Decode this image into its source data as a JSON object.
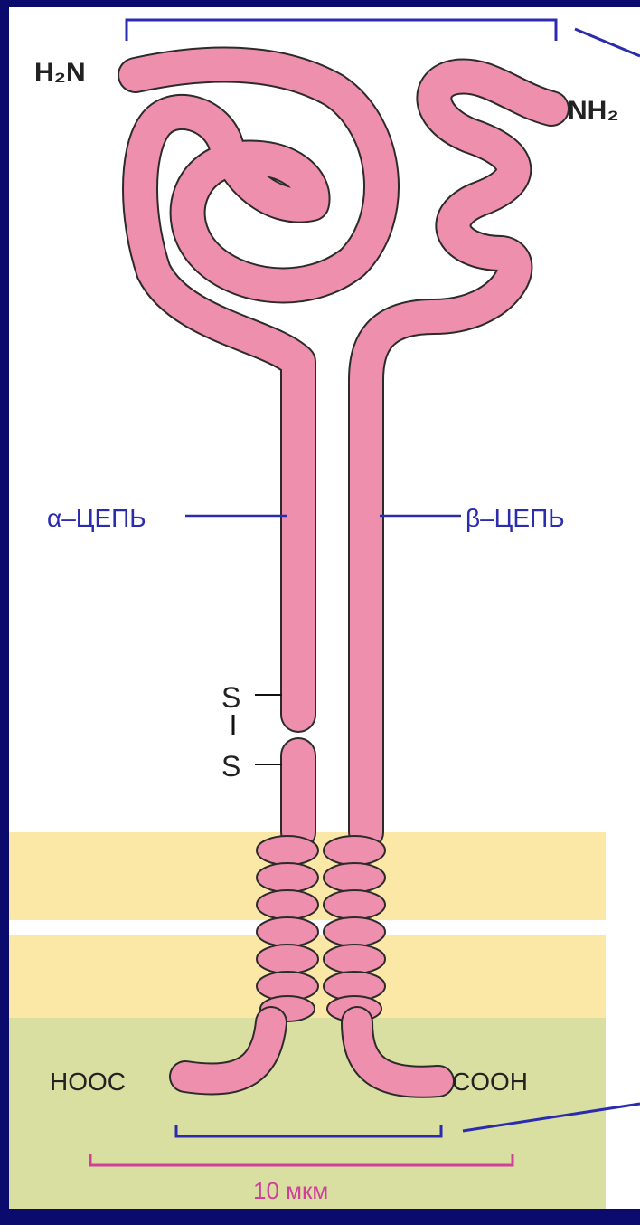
{
  "labels": {
    "n_term_alpha": "H₂N",
    "n_term_beta": "NH₂",
    "alpha_chain": "α–ЦЕПЬ",
    "beta_chain": "β–ЦЕПЬ",
    "disulfide_top": "S",
    "disulfide_bottom": "S",
    "c_term_alpha": "HOOC",
    "c_term_beta": "COOH",
    "scale": "10 мкм"
  },
  "colors": {
    "background": "#0b0b6e",
    "panel": "#ffffff",
    "chain": "#ef8fae",
    "outline": "#2b2b2b",
    "membrane": "#fbe7a6",
    "cytoplasm": "#d9dfa0",
    "bracket": "#2b2bb0",
    "scale": "#d0409a"
  }
}
